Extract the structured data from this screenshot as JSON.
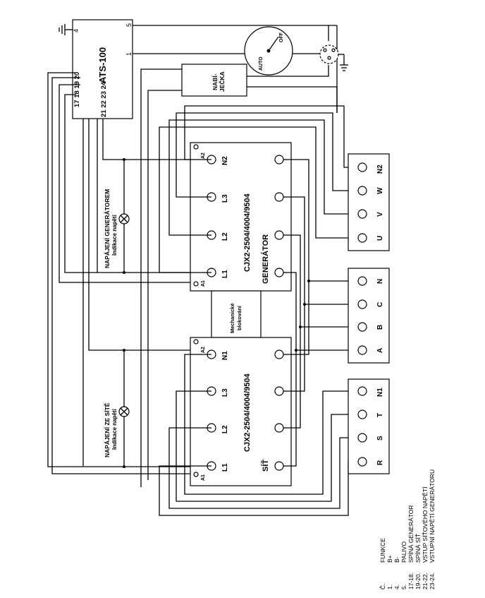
{
  "ats": {
    "title": "ATS-100",
    "pin_4": "4",
    "pin_5": "5",
    "pin_1": "1",
    "pins_top": "17 18  19 20",
    "pins_bottom": "21 22 23 24"
  },
  "charger": {
    "label": "NABÍ-\nJEČKA"
  },
  "key_switch": {
    "off": "OFF",
    "auto": "AUTO"
  },
  "gen_contactor": {
    "model": "CJX2-2504/4004/9504",
    "name": "GENERÁTOR",
    "a1": "A1",
    "a2": "A2",
    "left_terms": [
      "N2",
      "L3",
      "L2",
      "L1"
    ]
  },
  "mains_contactor": {
    "model": "CJX2-2504/4004/9504",
    "name": "SÍŤ",
    "a1": "A1",
    "a2": "A2",
    "left_terms": [
      "N1",
      "L3",
      "L2",
      "L1"
    ]
  },
  "interlock": {
    "line1": "Mechanické",
    "line2": "blokování"
  },
  "gen_indicator": {
    "line1": "NAPÁJENÍ GENERÁTOREM",
    "line2": "Indikace napětí"
  },
  "mains_indicator": {
    "line1": "NAPÁJENÍ ZE SÍTĚ",
    "line2": "Indikace napětí"
  },
  "terminal_gen": [
    "N2",
    "W",
    "V",
    "U"
  ],
  "terminal_load": [
    "N",
    "C",
    "B",
    "A"
  ],
  "terminal_mains": [
    "N1",
    "T",
    "S",
    "R"
  ],
  "legend": {
    "rows": [
      {
        "no": "Č.",
        "text": "FUNKCE"
      },
      {
        "no": "1.",
        "text": "B+"
      },
      {
        "no": "4.",
        "text": "B-"
      },
      {
        "no": "5.",
        "text": "PALIVO"
      },
      {
        "no": "17-18.",
        "text": "SPÍNÁ GENERÁTOR"
      },
      {
        "no": "19-20.",
        "text": "SPÍNÁ SÍŤ"
      },
      {
        "no": "21-22.",
        "text": "VSTUP SÍŤOVÉHO NAPĚTÍ"
      },
      {
        "no": "23-24.",
        "text": "VSTUPNÍ NAPĚTÍ GENERÁTORU"
      }
    ]
  }
}
